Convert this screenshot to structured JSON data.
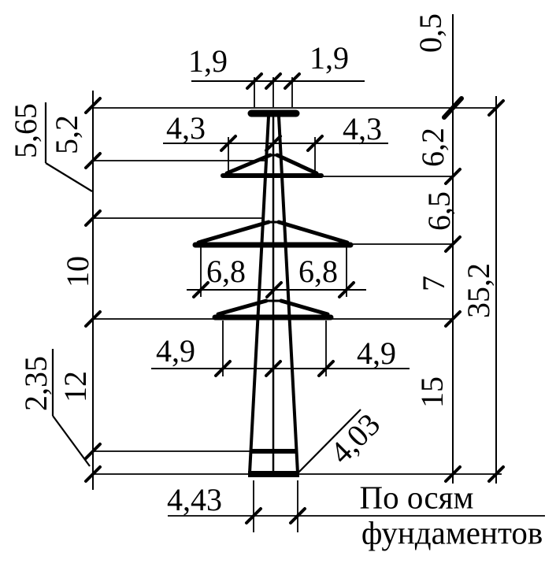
{
  "drawing_title": "Transmission tower (power pylon) dimensioned outline drawing",
  "colors": {
    "ink": "#000000",
    "paper": "#ffffff"
  },
  "dims": {
    "top_width": {
      "left": "1,9",
      "right": "1,9"
    },
    "upper_crossarm": {
      "left": "4,3",
      "right": "4,3"
    },
    "middle_crossarm": {
      "left": "6,8",
      "right": "6,8"
    },
    "lower_crossarm": {
      "left": "4,9",
      "right": "4,9"
    },
    "base": {
      "width": "4,43",
      "diagonal": "4,03"
    },
    "left_chain": {
      "s1": "5,2",
      "s2": "5,65",
      "s3": "10",
      "s4": "12",
      "s5": "2,35"
    },
    "right_chain": {
      "s0": "0,5",
      "s1": "6,2",
      "s2": "6,5",
      "s3": "7",
      "s4": "15"
    },
    "total_height": "35,2",
    "caption": {
      "line1": "По осям",
      "line2": "фундаментов"
    }
  }
}
